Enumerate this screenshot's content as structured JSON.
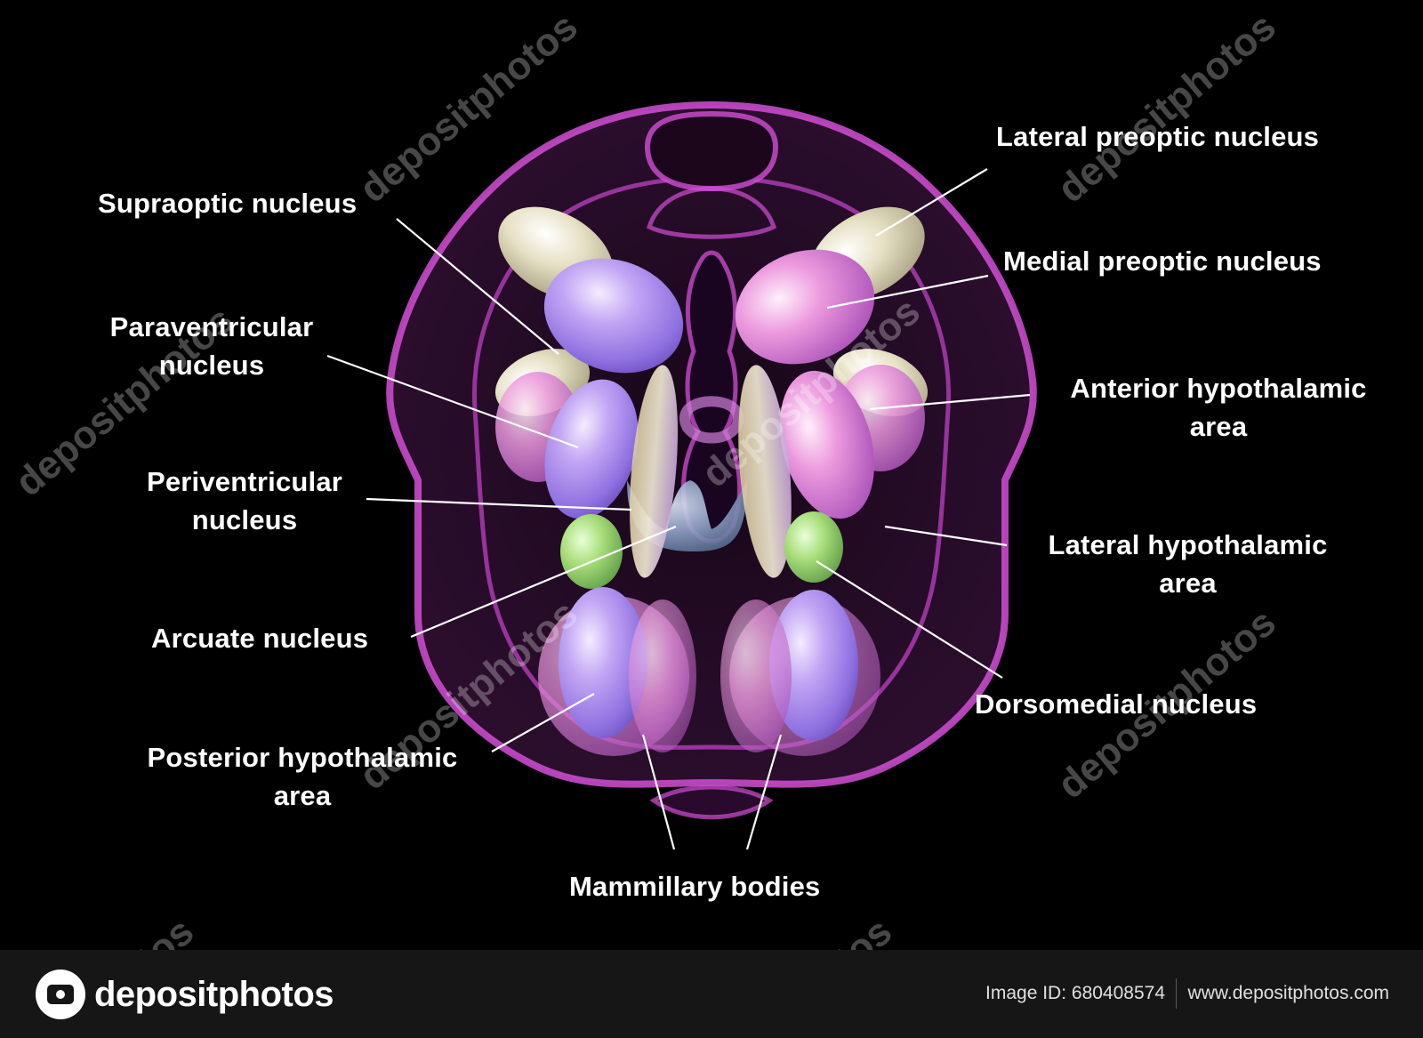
{
  "diagram": {
    "labels": {
      "lateral_preoptic_nucleus": "Lateral preoptic nucleus",
      "supraoptic_nucleus": "Supraoptic nucleus",
      "medial_preoptic_nucleus": "Medial preoptic nucleus",
      "paraventricular_nucleus_line1": "Paraventricular",
      "paraventricular_nucleus_line2": "nucleus",
      "anterior_hypothalamic_area_line1": "Anterior hypothalamic",
      "anterior_hypothalamic_area_line2": "area",
      "periventricular_nucleus_line1": "Periventricular",
      "periventricular_nucleus_line2": "nucleus",
      "lateral_hypothalamic_area_line1": "Lateral hypothalamic",
      "lateral_hypothalamic_area_line2": "area",
      "arcuate_nucleus": "Arcuate nucleus",
      "dorsomedial_nucleus": "Dorsomedial nucleus",
      "posterior_hypothalamic_area_line1": "Posterior hypothalamic",
      "posterior_hypothalamic_area_line2": "area",
      "mammillary_bodies": "Mammillary bodies"
    },
    "colors": {
      "background": "#000000",
      "outline": "#d24fd6",
      "label_text": "#ffffff",
      "lilac": "#b89bf0",
      "pink": "#e58ad8",
      "cream": "#e7e2c8",
      "green": "#a8e07a",
      "steel": "#8fa3c8"
    }
  },
  "watermark": {
    "text": "depositphotos",
    "partial_text": "tos"
  },
  "footer": {
    "logo_text": "depositphotos",
    "logo_icon": "camera-icon",
    "image_id": "Image ID: 680408574",
    "site_url": "www.depositphotos.com"
  }
}
